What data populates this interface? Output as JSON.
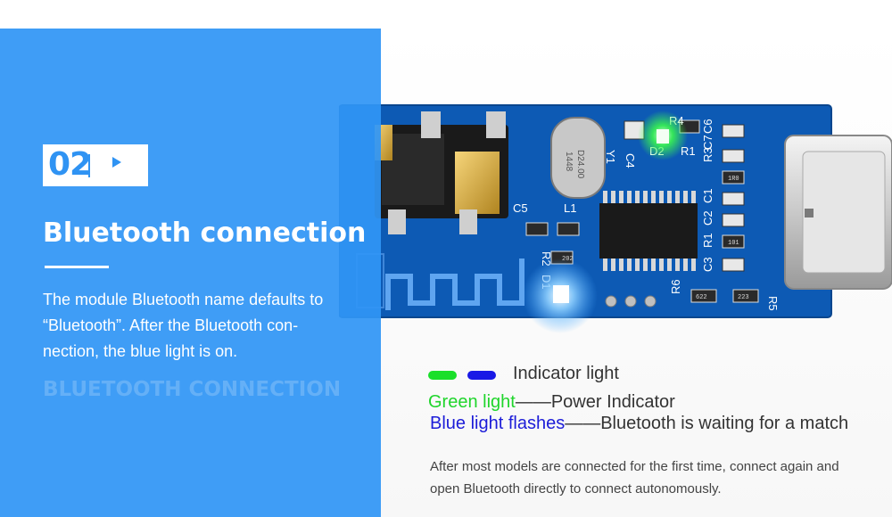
{
  "step": {
    "number": "02"
  },
  "heading": "Bluetooth connection",
  "description": [
    "The module Bluetooth name defaults to",
    "“Bluetooth”. After the Bluetooth con-",
    "nection, the blue light is on."
  ],
  "ghost_text": "BLUETOOTH CONNECTION",
  "board": {
    "crystal_label": "D24.00",
    "crystal_sub": "1448",
    "silkscreen": [
      "Y1",
      "L1",
      "C5",
      "R2",
      "D1",
      "D2",
      "R1",
      "R3",
      "C1",
      "C2",
      "R1",
      "C3",
      "R6",
      "R5",
      "C4",
      "C6",
      "C7",
      "R4"
    ],
    "chip_codes": [
      "1R0",
      "202",
      "622",
      "223",
      "101"
    ]
  },
  "legend": {
    "label": "Indicator light",
    "green_color": "#1adf2a",
    "blue_color": "#1919e6"
  },
  "rows": [
    {
      "colored": "Green light",
      "dash": "——",
      "text": "Power Indicator"
    },
    {
      "colored": "Blue light flashes",
      "dash": "——",
      "text": "Bluetooth is waiting for a match"
    }
  ],
  "note": [
    "After most models are connected for the first time, connect again and",
    "open Bluetooth directly to connect autonomously."
  ],
  "colors": {
    "panel_blue": "#3096f5",
    "pcb_blue": "#0d5ab4"
  }
}
